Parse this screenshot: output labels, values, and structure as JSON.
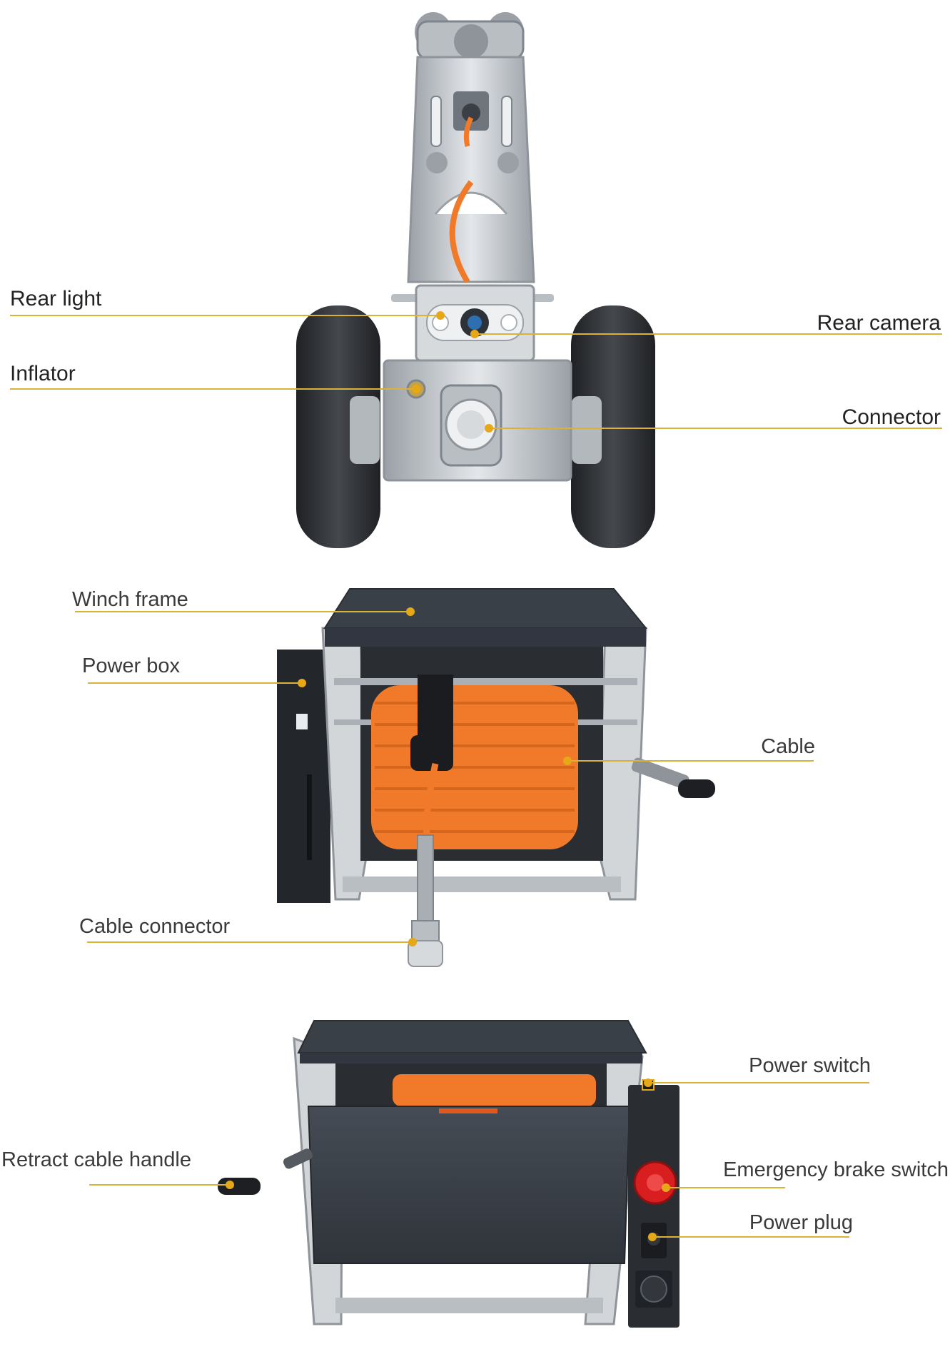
{
  "colors": {
    "leader_line": "#d9b23a",
    "dot": "#e6a817",
    "steel": "#c8ccd0",
    "steel_dark": "#8e949a",
    "tire": "#2b2d30",
    "panel": "#3b4149",
    "cable": "#f07a2a",
    "estop": "#d81e1e"
  },
  "crawler": {
    "labels": {
      "rear_light": "Rear light",
      "rear_camera": "Rear camera",
      "inflator": "Inflator",
      "connector": "Connector"
    }
  },
  "winch_front": {
    "labels": {
      "winch_frame": "Winch frame",
      "power_box": "Power box",
      "cable": "Cable",
      "cable_connector": "Cable connector"
    }
  },
  "winch_back": {
    "labels": {
      "power_switch": "Power switch",
      "retract_cable_handle": "Retract cable handle",
      "emergency_brake_switch": "Emergency brake switch",
      "power_plug": "Power plug"
    }
  }
}
